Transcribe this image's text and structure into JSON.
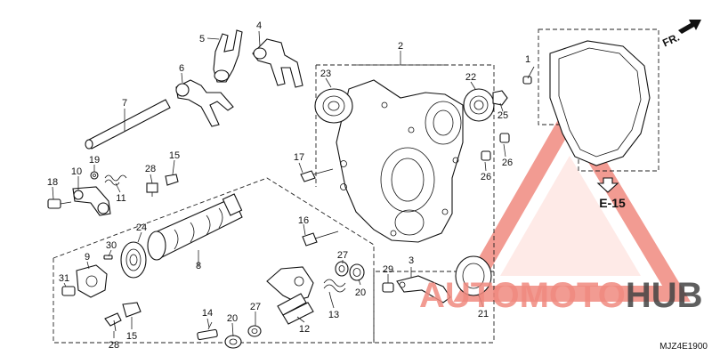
{
  "direction_marker": "FR.",
  "reference_callout": "E-15",
  "drawing_code": "MJZ4E1900",
  "watermark": {
    "part1": "AUTO",
    "part2": "MOTO",
    "part3": "HUB",
    "color_main": "#f08a80",
    "color_dark": "#444444"
  },
  "callouts": [
    {
      "id": "c1",
      "text": "1"
    },
    {
      "id": "c2",
      "text": "2"
    },
    {
      "id": "c3",
      "text": "3"
    },
    {
      "id": "c4",
      "text": "4"
    },
    {
      "id": "c5",
      "text": "5"
    },
    {
      "id": "c6",
      "text": "6"
    },
    {
      "id": "c7",
      "text": "7"
    },
    {
      "id": "c8",
      "text": "8"
    },
    {
      "id": "c9",
      "text": "9"
    },
    {
      "id": "c10",
      "text": "10"
    },
    {
      "id": "c11",
      "text": "11"
    },
    {
      "id": "c12",
      "text": "12"
    },
    {
      "id": "c13",
      "text": "13"
    },
    {
      "id": "c14",
      "text": "14"
    },
    {
      "id": "c15a",
      "text": "15"
    },
    {
      "id": "c15b",
      "text": "15"
    },
    {
      "id": "c16",
      "text": "16"
    },
    {
      "id": "c17",
      "text": "17"
    },
    {
      "id": "c18",
      "text": "18"
    },
    {
      "id": "c19",
      "text": "19"
    },
    {
      "id": "c20a",
      "text": "20"
    },
    {
      "id": "c20b",
      "text": "20"
    },
    {
      "id": "c21",
      "text": "21"
    },
    {
      "id": "c22",
      "text": "22"
    },
    {
      "id": "c23",
      "text": "23"
    },
    {
      "id": "c24",
      "text": "24"
    },
    {
      "id": "c25",
      "text": "25"
    },
    {
      "id": "c26a",
      "text": "26"
    },
    {
      "id": "c26b",
      "text": "26"
    },
    {
      "id": "c27a",
      "text": "27"
    },
    {
      "id": "c27b",
      "text": "27"
    },
    {
      "id": "c28a",
      "text": "28"
    },
    {
      "id": "c28b",
      "text": "28"
    },
    {
      "id": "c29",
      "text": "29"
    },
    {
      "id": "c30",
      "text": "30"
    },
    {
      "id": "c31",
      "text": "31"
    }
  ]
}
